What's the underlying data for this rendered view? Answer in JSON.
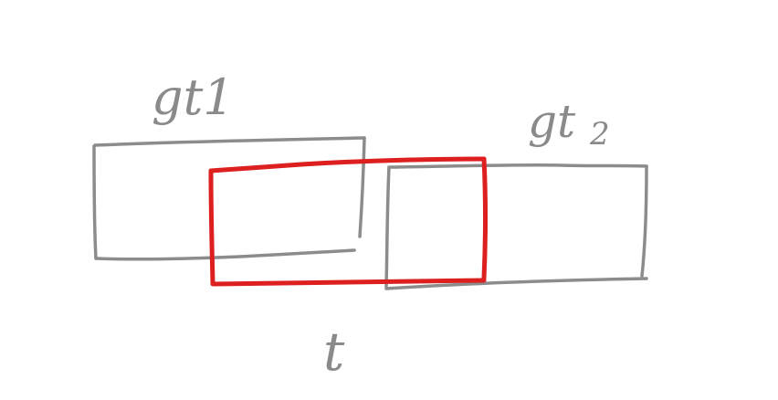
{
  "labels": {
    "gt1": "gt1",
    "gt2_base": "gt",
    "gt2_sub": "2",
    "t": "t"
  },
  "colors": {
    "gt_box": "#8c8c8c",
    "t_box": "#dd1f1f",
    "background": "#ffffff"
  }
}
